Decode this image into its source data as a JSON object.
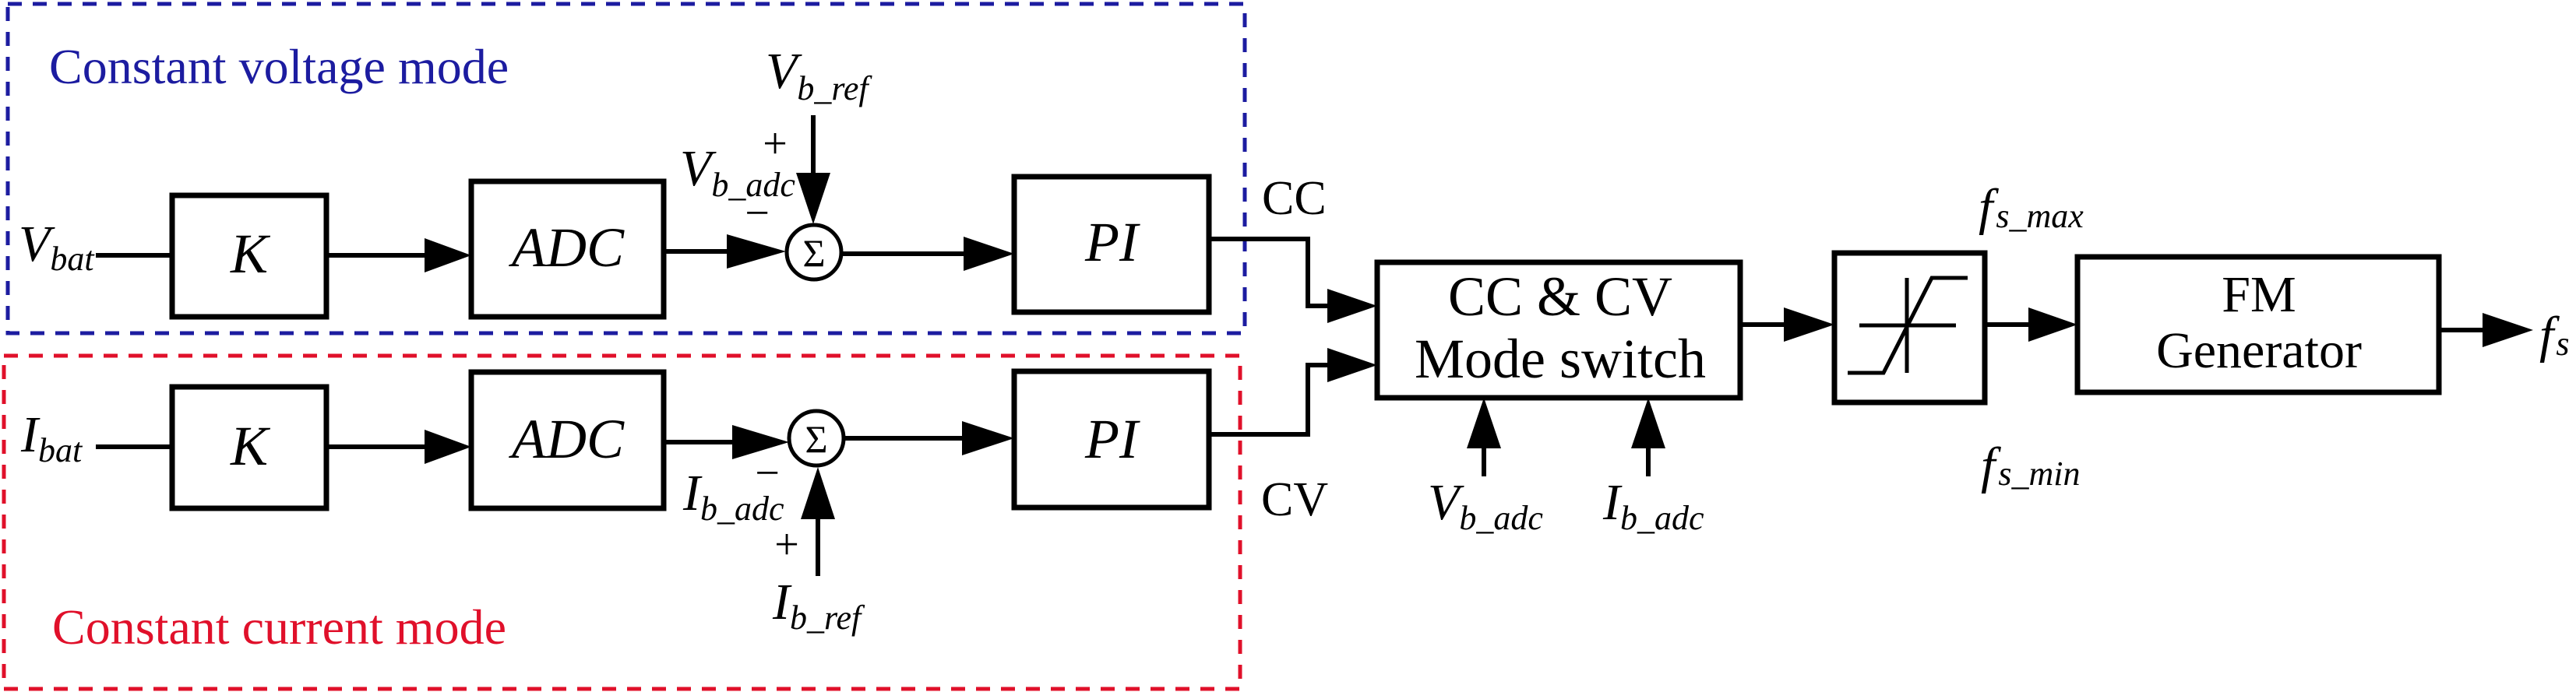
{
  "figure": {
    "type": "control block diagram",
    "description": "CC/CV battery charging control with frequency modulation"
  },
  "regions": {
    "voltage": {
      "title": "Constant voltage mode",
      "color": "#1c1ca0"
    },
    "current": {
      "title": "Constant current mode",
      "color": "#e0102a"
    }
  },
  "voltage_loop": {
    "input": {
      "main": "V",
      "sub": "bat"
    },
    "gain_block": "K",
    "adc_block": "ADC",
    "feedback_label": {
      "main": "V",
      "sub": "b_adc"
    },
    "reference_label": {
      "main": "V",
      "sub": "b_ref"
    },
    "sum_symbol": "Σ",
    "ref_sign": "+",
    "feedback_sign": "−",
    "controller_block": "PI",
    "output_label": "CC"
  },
  "current_loop": {
    "input": {
      "main": "I",
      "sub": "bat"
    },
    "gain_block": "K",
    "adc_block": "ADC",
    "feedback_label": {
      "main": "I",
      "sub": "b_adc"
    },
    "reference_label": {
      "main": "I",
      "sub": "b_ref"
    },
    "sum_symbol": "Σ",
    "ref_sign": "+",
    "feedback_sign": "−",
    "controller_block": "PI",
    "output_label": "CV"
  },
  "mode_switch": {
    "line1": "CC & CV",
    "line2": "Mode switch",
    "inputs": [
      {
        "main": "V",
        "sub": "b_adc"
      },
      {
        "main": "I",
        "sub": "b_adc"
      }
    ]
  },
  "limiter": {
    "upper": {
      "main": "f",
      "sub": "s_max"
    },
    "lower": {
      "main": "f",
      "sub": "s_min"
    }
  },
  "fm_generator": {
    "line1": "FM",
    "line2": "Generator",
    "output": {
      "main": "f",
      "sub": "s"
    }
  }
}
